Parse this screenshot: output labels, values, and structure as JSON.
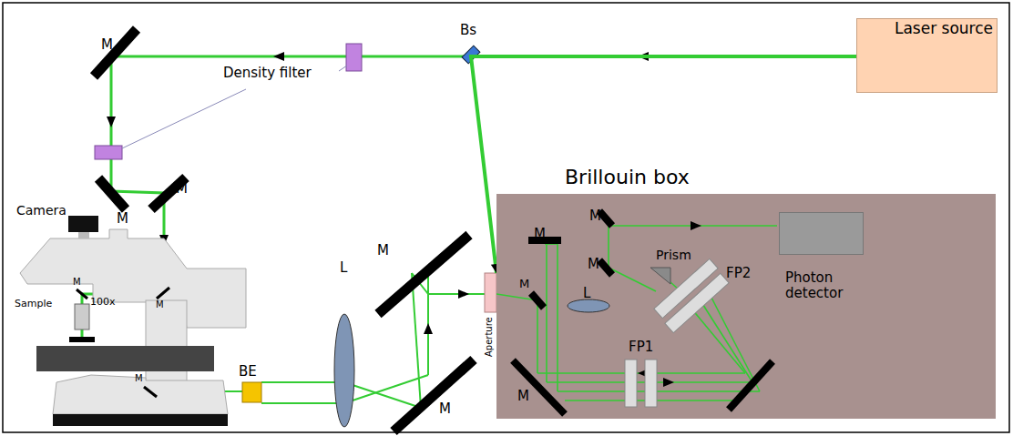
{
  "diagram": {
    "nodes": [
      {
        "text": [
          "Laser source"
        ]
      },
      {
        "text": [
          "Brillouin box"
        ]
      },
      {
        "text": [
          "Photon detector"
        ],
        "in": 1
      }
    ],
    "edges": [
      {
        "from": 0,
        "to": 1,
        "arrow": "to"
      }
    ],
    "labels": [
      "Bs",
      "Density filter",
      "M",
      "M",
      "M",
      "Camera",
      "M",
      "M",
      "Sample",
      "100x",
      "M",
      "BE",
      "L",
      "M",
      "M",
      "Aperture",
      "M",
      "M",
      "L",
      "M",
      "FP1",
      "M",
      "M",
      "Prism",
      "FP2"
    ]
  }
}
